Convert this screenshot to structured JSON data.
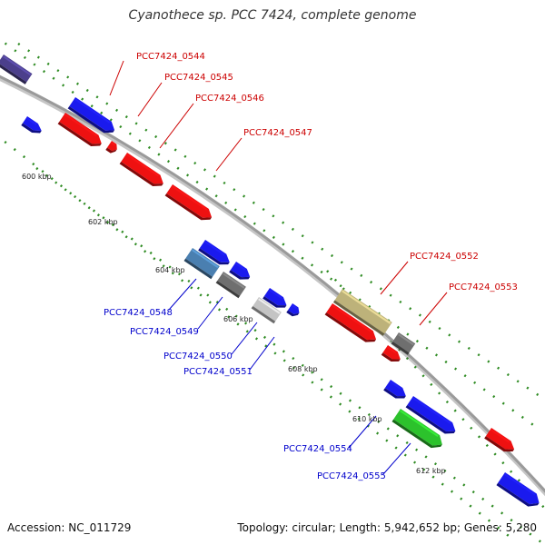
{
  "title": "Cyanothece sp. PCC 7424, complete genome",
  "footer": {
    "accession": "Accession: NC_011729",
    "topology": "Topology: circular; Length: 5,942,652 bp; Genes: 5,280"
  },
  "ticks": [
    "600 kbp",
    "602 kbp",
    "604 kbp",
    "606 kbp",
    "608 kbp",
    "610 kbp",
    "612 kbp"
  ],
  "gene_labels_forward": [
    "PCC7424_0544",
    "PCC7424_0545",
    "PCC7424_0546",
    "PCC7424_0547",
    "PCC7424_0552",
    "PCC7424_0553"
  ],
  "gene_labels_reverse": [
    "PCC7424_0548",
    "PCC7424_0549",
    "PCC7424_0550",
    "PCC7424_0551",
    "PCC7424_0554",
    "PCC7424_0555"
  ],
  "colors": {
    "forward_label": "#cc0000",
    "reverse_label": "#0000cc",
    "backbone": "#8c8c8c",
    "tick": "#2e8b22",
    "red": "#ee1111",
    "blue": "#1a1aee",
    "navy": "#4b3f8c",
    "steel": "#4a7fb0",
    "gray": "#6f6f6f",
    "silver": "#c4c4c4",
    "olive": "#bdb27a",
    "green": "#2cc22c"
  }
}
